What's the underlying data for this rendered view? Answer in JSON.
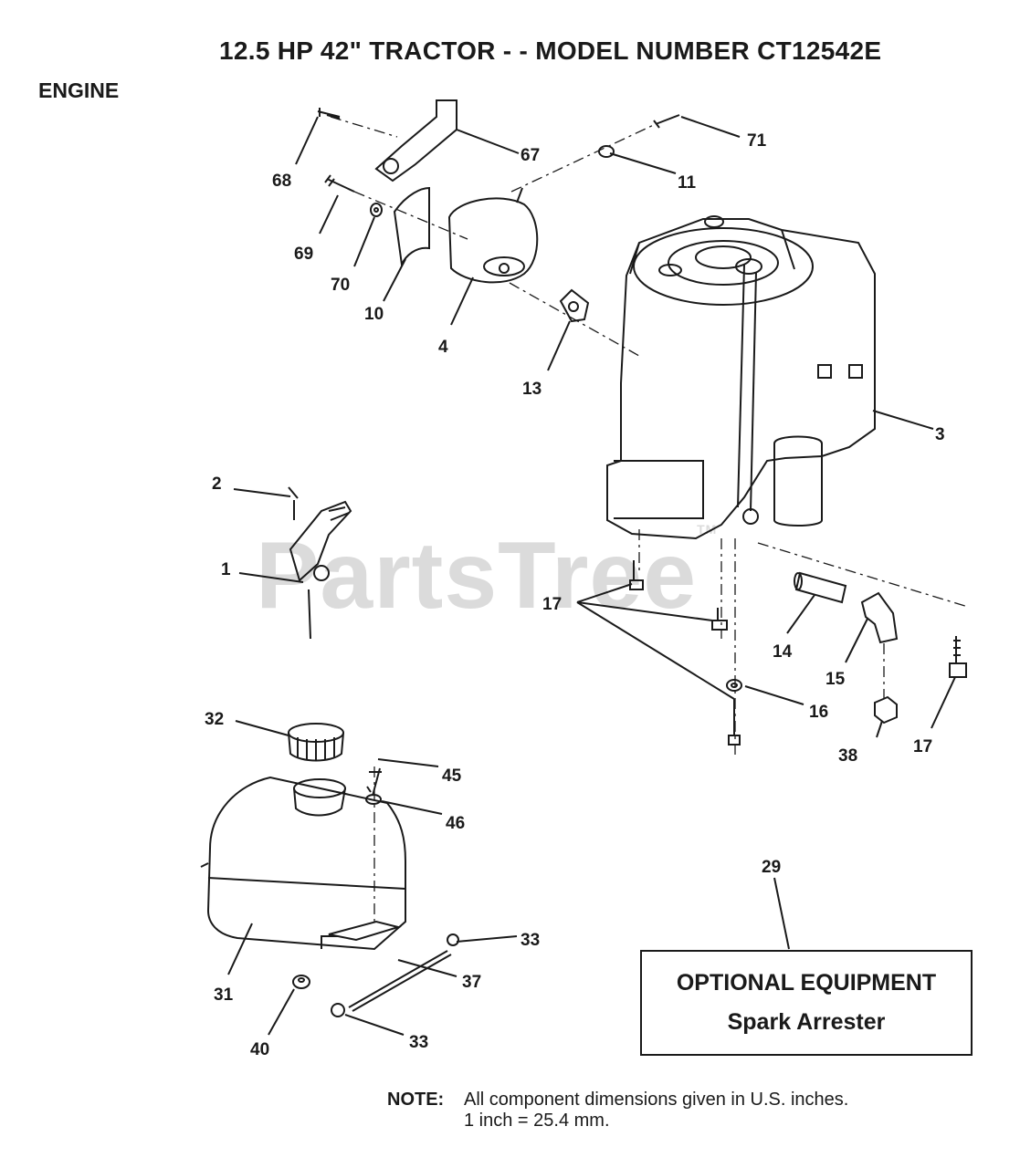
{
  "title": "12.5 HP 42\" TRACTOR - - MODEL NUMBER CT12542E",
  "section": "ENGINE",
  "watermark": "PartsTree",
  "watermark_tm": "TM",
  "callouts": {
    "c1": "1",
    "c2": "2",
    "c3": "3",
    "c4": "4",
    "c10": "10",
    "c11": "11",
    "c13": "13",
    "c14": "14",
    "c15": "15",
    "c16": "16",
    "c17a": "17",
    "c17b": "17",
    "c29": "29",
    "c31": "31",
    "c32": "32",
    "c33a": "33",
    "c33b": "33",
    "c37": "37",
    "c38": "38",
    "c40": "40",
    "c45": "45",
    "c46": "46",
    "c67": "67",
    "c68": "68",
    "c69": "69",
    "c70": "70",
    "c71": "71"
  },
  "optional": {
    "title": "OPTIONAL EQUIPMENT",
    "subtitle": "Spark Arrester"
  },
  "note": {
    "label": "NOTE:",
    "line1": "All component dimensions given in U.S. inches.",
    "line2": "1 inch = 25.4 mm."
  }
}
